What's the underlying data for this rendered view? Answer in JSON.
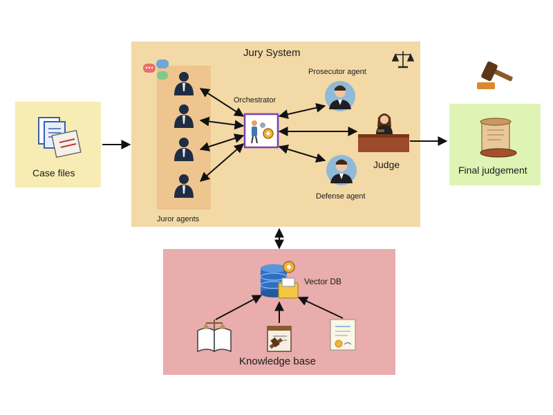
{
  "case_files": {
    "label": "Case files"
  },
  "jury_system": {
    "title": "Jury System",
    "juror_agents_label": "Juror agents",
    "orchestrator_label": "Orchestrator",
    "prosecutor_label": "Prosecutor agent",
    "defense_label": "Defense agent",
    "judge_label": "Judge"
  },
  "final": {
    "label": "Final judgement"
  },
  "knowledge_base": {
    "label": "Knowledge base",
    "vector_db_label": "Vector DB"
  },
  "icons": [
    "chat-bubbles-icon",
    "scales-icon",
    "gavel-icon",
    "juror-icon",
    "orchestrator-icon",
    "prosecutor-icon",
    "defense-icon",
    "judge-icon",
    "documents-icon",
    "scroll-icon",
    "database-icon",
    "law-book-icon",
    "case-file-icon",
    "certificate-icon"
  ],
  "colors": {
    "case_files_bg": "#f7edb4",
    "jury_system_bg": "#f3d9a6",
    "juror_column_bg": "#eec58e",
    "final_bg": "#dff4b4",
    "knowledge_base_bg": "#e8adac",
    "orchestrator_border": "#7b3fb5"
  }
}
